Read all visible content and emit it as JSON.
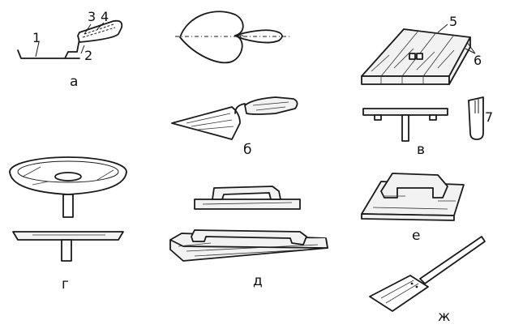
{
  "figure": {
    "captions": {
      "a": "а",
      "b": "б",
      "v": "в",
      "g": "г",
      "d": "д",
      "e": "е",
      "zh": "ж"
    },
    "part_numbers": {
      "n1": "1",
      "n2": "2",
      "n3": "3",
      "n4": "4",
      "n5": "5",
      "n6": "6",
      "n7": "7"
    }
  }
}
